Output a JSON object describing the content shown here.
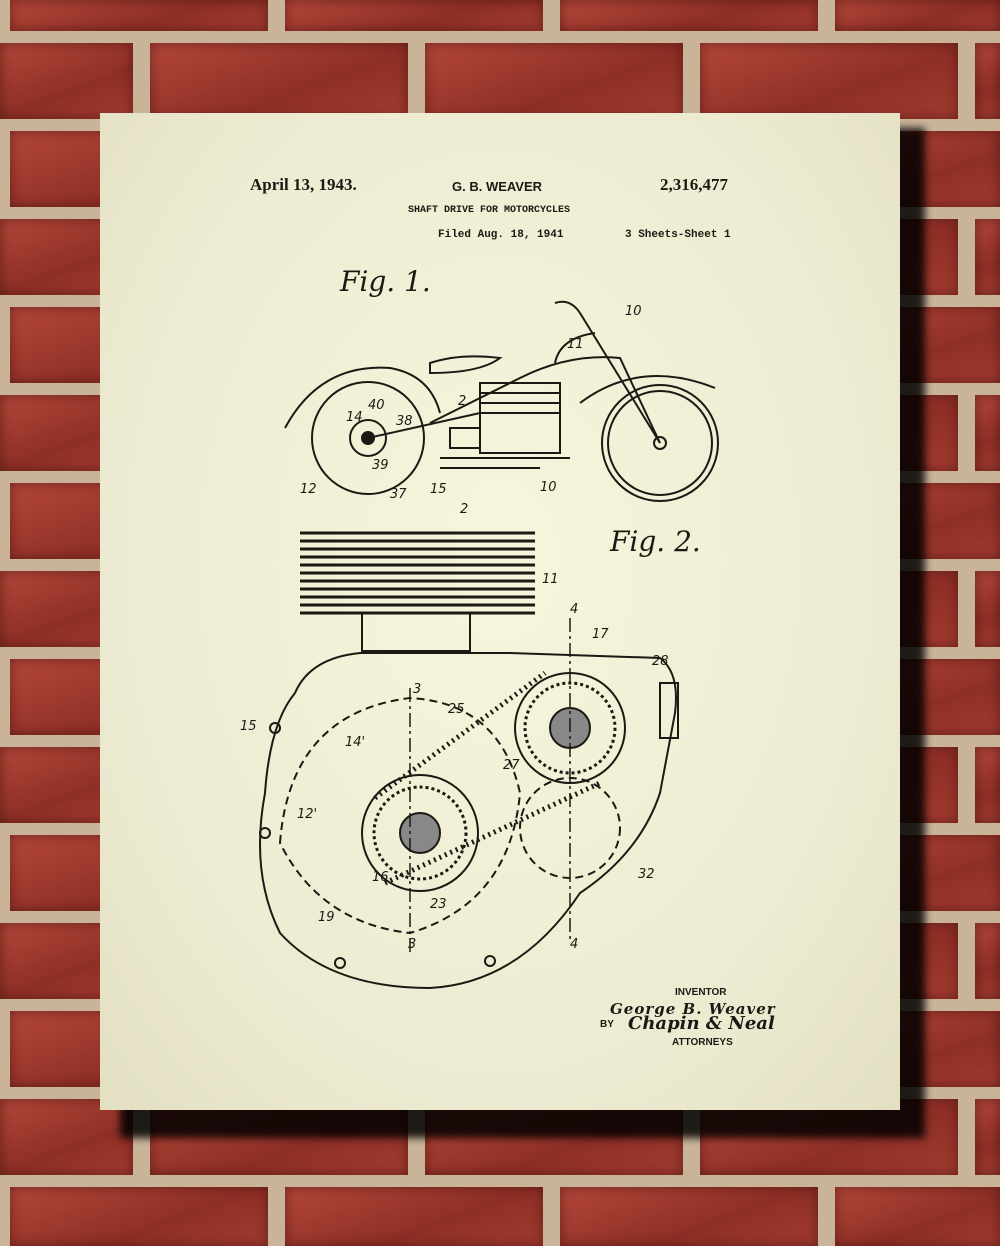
{
  "poster": {
    "date": "April 13, 1943.",
    "inventor_short": "G. B. WEAVER",
    "patent_number": "2,316,477",
    "title": "SHAFT DRIVE FOR MOTORCYCLES",
    "filed": "Filed Aug. 18, 1941",
    "sheets": "3 Sheets-Sheet 1",
    "fig1_label": "Fig. 1.",
    "fig2_label": "Fig. 2.",
    "inventor_label": "INVENTOR",
    "inventor_signature": "George B. Weaver",
    "by_label": "BY",
    "attorneys_signature": "Chapin & Neal",
    "attorneys_label": "ATTORNEYS",
    "fig1_refs": [
      "10",
      "11",
      "14",
      "40",
      "38",
      "39",
      "12",
      "37",
      "15",
      "2",
      "2",
      "10"
    ],
    "fig2_refs": [
      "11",
      "4",
      "17",
      "28",
      "3",
      "25",
      "15",
      "14'",
      "27",
      "12'",
      "16",
      "23",
      "32",
      "19",
      "3",
      "4"
    ]
  },
  "colors": {
    "paper": "#f4f2d8",
    "ink": "#1a1a14",
    "brick": "#a23b30",
    "mortar": "#c9b49a"
  }
}
